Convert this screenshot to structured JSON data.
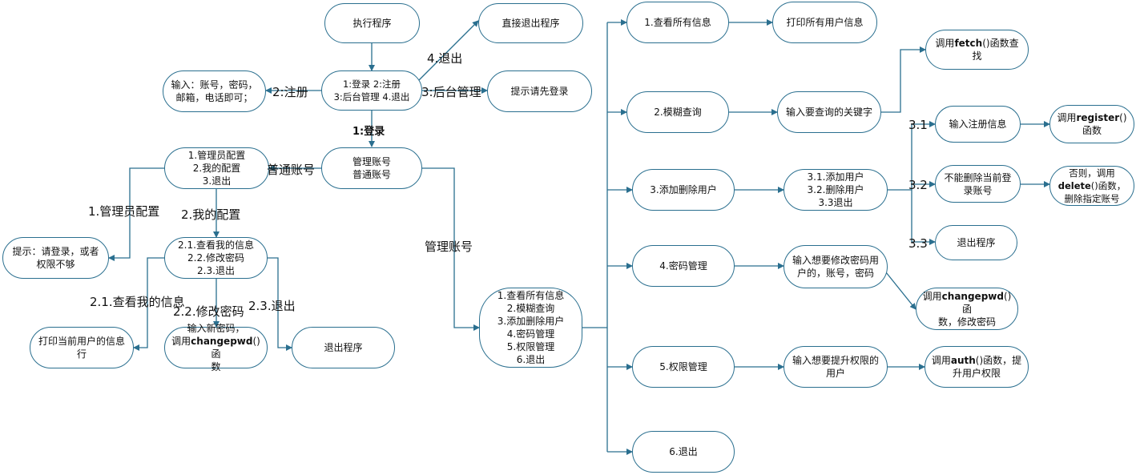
{
  "nodes": {
    "run": "执行程序",
    "main_menu": "1:登录   2:注册\n3:后台管理   4.退出",
    "exit_direct": "直接退出程序",
    "hint_login": "提示请先登录",
    "register_input": "输入：账号，密码，\n邮箱，电话即可；",
    "account_type": "管理账号\n普通账号",
    "user_menu": "1.管理员配置\n2.我的配置\n3.退出",
    "no_permission": "提示：请登录，或者\n权限不够",
    "my_config": "2.1.查看我的信息\n2.2.修改密码\n2.3.退出",
    "print_current": "打印当前用户的信息\n行",
    "input_new_pwd_a": "输入新密码，",
    "input_new_pwd_b": "调用",
    "input_new_pwd_c": "changepwd",
    "input_new_pwd_d": "()函",
    "input_new_pwd_e": "数",
    "exit_program_left": "退出程序",
    "admin_menu": "1.查看所有信息\n2.模糊查询\n3.添加删除用户\n4.密码管理\n5.权限管理\n6.退出",
    "a1": "1.查看所有信息",
    "a1_out": "打印所有用户信息",
    "a2": "2.模糊查询",
    "a2_in": "输入要查询的关键字",
    "a2_fetch_a": "调用",
    "a2_fetch_b": "fetch",
    "a2_fetch_c": "()函数查找",
    "a3": "3.添加删除用户",
    "a3_menu": "3.1.添加用户\n3.2.删除用户\n3.3退出",
    "a31": "输入注册信息",
    "a31_call_a": "调用",
    "a31_call_b": "register",
    "a31_call_c": "()",
    "a31_call_d": "函数",
    "a32": "不能删除当前登\n录账号",
    "a32_call_a": "否则，调用",
    "a32_call_b": "delete",
    "a32_call_c": "()函数，",
    "a32_call_d": "删除指定账号",
    "a33": "退出程序",
    "a4": "4.密码管理",
    "a4_in": "输入想要修改密码用\n户的，账号，密码",
    "a4_call_a": "调用",
    "a4_call_b": "changepwd",
    "a4_call_c": "()函",
    "a4_call_d": "数，修改密码",
    "a5": "5.权限管理",
    "a5_in": "输入想要提升权限的\n用户",
    "a5_call_a": "调用",
    "a5_call_b": "auth",
    "a5_call_c": "()函数，提",
    "a5_call_d": "升用户权限",
    "a6": "6.退出"
  },
  "edge_labels": {
    "exit4": "4.退出",
    "reg2": "2:注册",
    "admin3": "3:后台管理",
    "login1": "1:登录",
    "normal": "普通账号",
    "admin_acct": "管理账号",
    "l_admin_cfg": "1.管理员配置",
    "l_my_cfg": "2.我的配置",
    "l_21": "2.1.查看我的信息",
    "l_22": "2.2.修改密码",
    "l_23": "2.3.退出",
    "l_31": "3.1",
    "l_32": "3.2",
    "l_33": "3.3"
  },
  "colors": {
    "stroke": "#2a6f8f",
    "text": "#111111"
  }
}
